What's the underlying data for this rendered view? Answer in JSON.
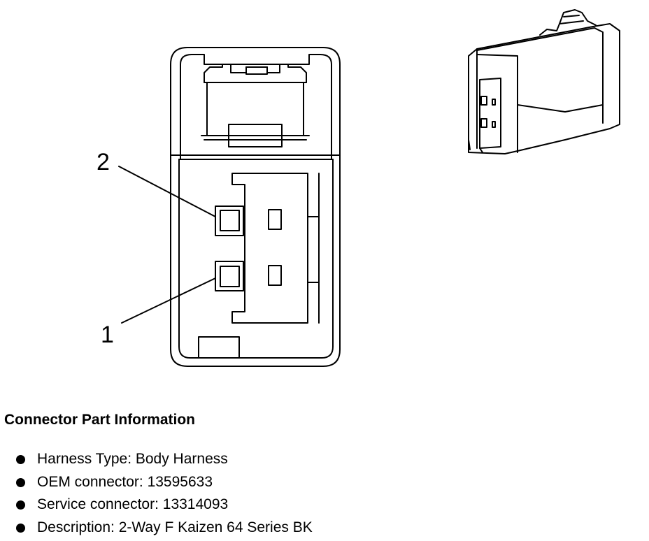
{
  "diagram": {
    "pin_labels": [
      "2",
      "1"
    ]
  },
  "info": {
    "title": "Connector Part Information",
    "items": [
      {
        "label": "Harness Type",
        "value": "Body Harness"
      },
      {
        "label": "OEM connector",
        "value": "13595633"
      },
      {
        "label": "Service connector",
        "value": "13314093"
      },
      {
        "label": "Description",
        "value": "2-Way F Kaizen 64 Series BK"
      }
    ]
  },
  "colors": {
    "line": "#000000",
    "background": "#ffffff"
  }
}
